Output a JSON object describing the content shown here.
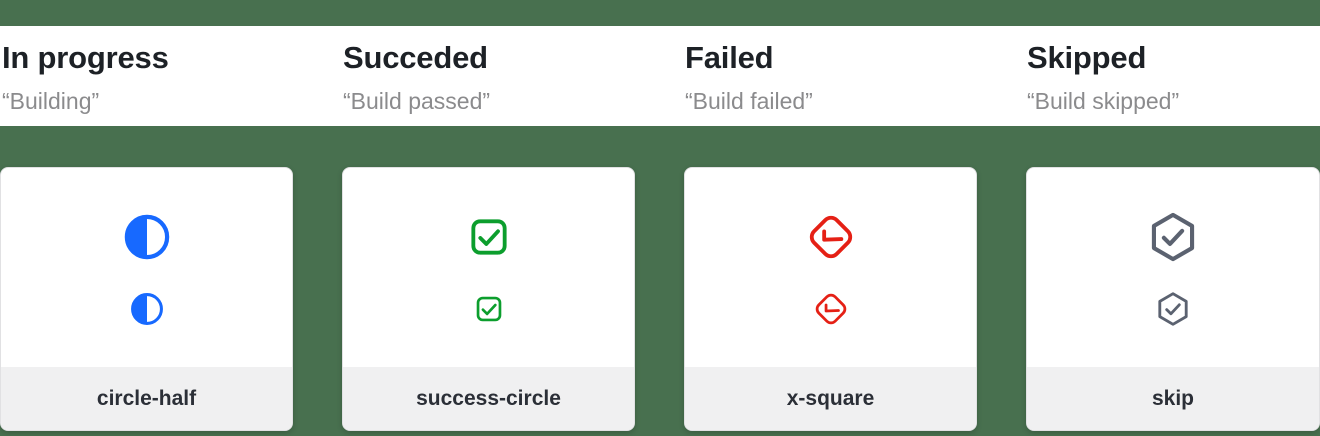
{
  "page": {
    "background_color": "#48704f",
    "heading_band_color": "#ffffff",
    "card_footer_color": "#f0f0f1"
  },
  "columns": [
    {
      "title": "In progress",
      "subtitle": "“Building”",
      "icon": "circle-half-icon",
      "icon_color": "#1769ff",
      "label": "circle-half"
    },
    {
      "title": "Succeded",
      "subtitle": "“Build passed”",
      "icon": "success-circle-icon",
      "icon_color": "#0c9e2d",
      "label": "success-circle"
    },
    {
      "title": "Failed",
      "subtitle": "“Build failed”",
      "icon": "x-square-icon",
      "icon_color": "#e52015",
      "label": "x-square"
    },
    {
      "title": "Skipped",
      "subtitle": "“Build skipped”",
      "icon": "skip-icon",
      "icon_color": "#5b6270",
      "label": "skip"
    }
  ]
}
